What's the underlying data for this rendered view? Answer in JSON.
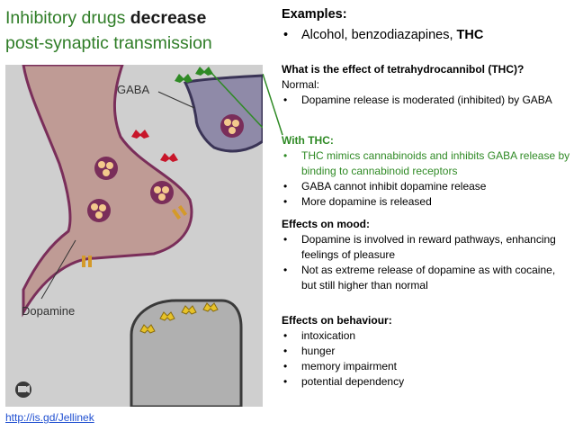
{
  "title": {
    "part1": "Inhibitory drugs ",
    "bold": "decrease",
    "part2": "post-synaptic transmission"
  },
  "figure": {
    "gaba_label": "GABA",
    "dopamine_label": "Dopamine"
  },
  "source_link": "http://is.gd/Jellinek",
  "examples": {
    "heading": "Examples:",
    "item_plain": "Alcohol, benzodiazapines, ",
    "item_bold": "THC"
  },
  "thc_effect": {
    "heading": "What is the effect of tetrahydrocannibol (THC)?",
    "normal_label": "Normal:",
    "normal_items": [
      "Dopamine release is moderated (inhibited) by GABA"
    ],
    "with_label": "With THC:",
    "with_items": [
      "THC mimics cannabinoids and inhibits GABA release by binding to cannabinoid receptors",
      "GABA cannot inhibit dopamine release",
      "More dopamine is released"
    ]
  },
  "mood": {
    "heading": "Effects on mood:",
    "items": [
      "Dopamine is involved in reward pathways, enhancing feelings of pleasure",
      "Not as extreme release of dopamine as with cocaine, but still higher than normal"
    ]
  },
  "behaviour": {
    "heading": "Effects on behaviour:",
    "items": [
      "intoxication",
      "hunger",
      "memory impairment",
      "potential dependency"
    ]
  },
  "colors": {
    "title_green": "#2f7d27",
    "accent_green": "#2f8a25",
    "link_blue": "#1f4fd1"
  }
}
